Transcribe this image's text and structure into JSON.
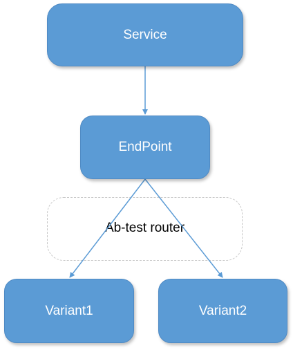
{
  "diagram": {
    "nodes": {
      "service": "Service",
      "endpoint": "EndPoint",
      "router": "Ab-test router",
      "variant1": "Variant1",
      "variant2": "Variant2"
    },
    "edges": [
      {
        "from": "Service",
        "to": "EndPoint"
      },
      {
        "from": "EndPoint",
        "to": "Variant1"
      },
      {
        "from": "EndPoint",
        "to": "Variant2"
      }
    ]
  },
  "colors": {
    "node_fill": "#5b9bd5",
    "node_text": "#ffffff",
    "connector": "#5b9bd5",
    "router_border": "#c8c8c8"
  }
}
